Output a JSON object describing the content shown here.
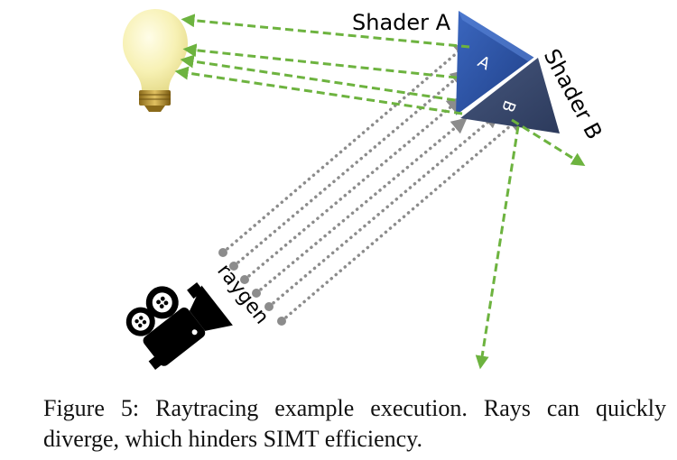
{
  "figure": {
    "labels": {
      "shader_a": "Shader A",
      "shader_b": "Shader B",
      "tri_a": "A",
      "tri_b": "B",
      "raygen": "raygen"
    },
    "colors": {
      "shader_a_fill": "#2f55a4",
      "shader_b_fill": "#3a4a6e",
      "primary_ray": "#8c8c8c",
      "secondary_ray": "#6db33f",
      "bulb": "#f5f0b0",
      "bulb_base": "#c9a23a",
      "camera": "#000000"
    },
    "primary_rays_count": 6,
    "secondary_rays": [
      {
        "from": "shader-a",
        "to": "light"
      },
      {
        "from": "shader-a",
        "to": "light"
      },
      {
        "from": "shader-a",
        "to": "light"
      },
      {
        "from": "shader-a",
        "to": "light"
      },
      {
        "from": "shader-b",
        "to": "outward"
      },
      {
        "from": "shader-b",
        "to": "downward"
      }
    ]
  },
  "caption": {
    "text": "Figure 5: Raytracing example execution. Rays can quickly diverge, which hinders SIMT efficiency."
  }
}
